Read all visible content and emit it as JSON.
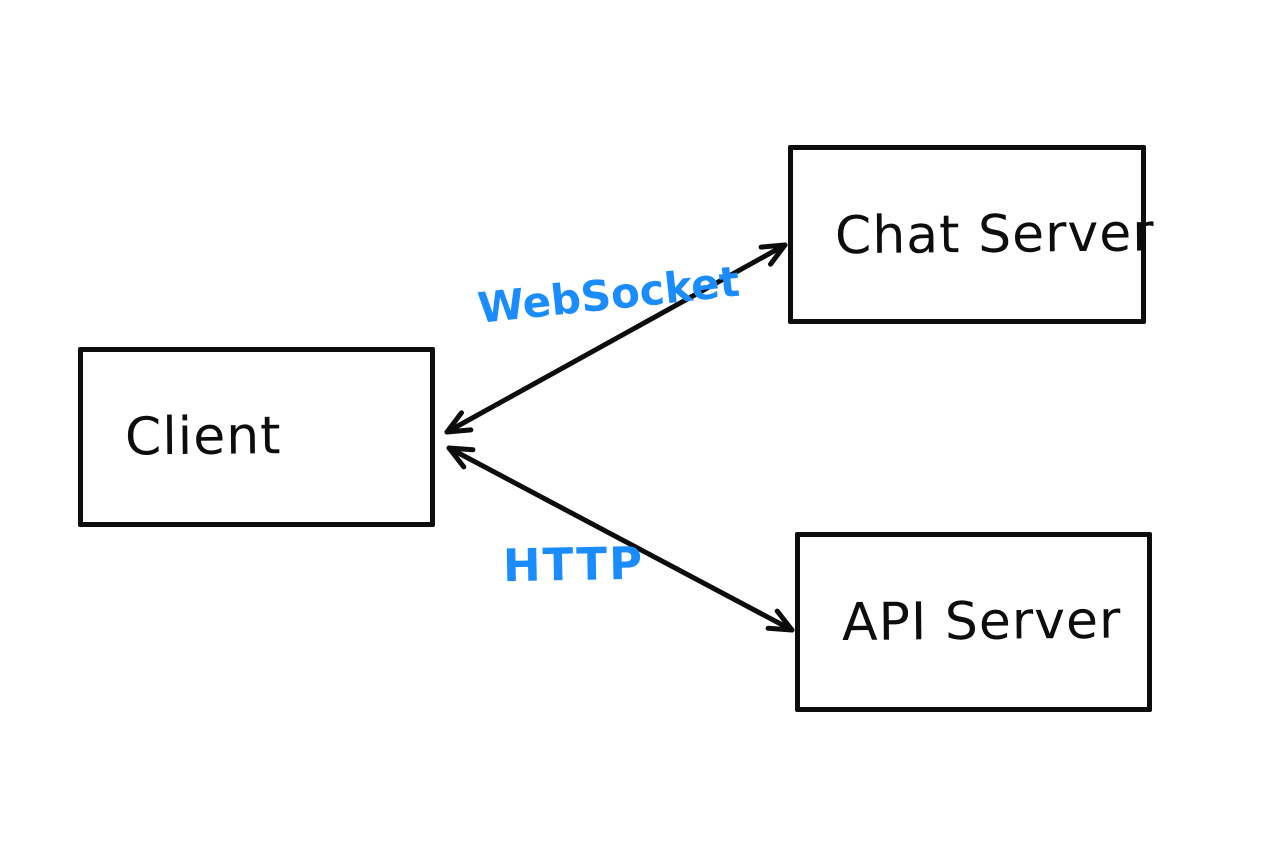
{
  "diagram": {
    "background_color": "#ffffff",
    "stroke_color": "#0d0d0d",
    "accent_color": "#1a8cff",
    "style": "hand-drawn whiteboard sketch",
    "nodes": [
      {
        "id": "client",
        "label": "Client"
      },
      {
        "id": "chat-server",
        "label": "Chat Server"
      },
      {
        "id": "api-server",
        "label": "API Server"
      }
    ],
    "edges": [
      {
        "id": "websocket",
        "from": "Client",
        "to": "Chat Server",
        "label": "WebSocket",
        "direction": "bidirectional",
        "label_color": "#1a8cff"
      },
      {
        "id": "http",
        "from": "Client",
        "to": "API Server",
        "label": "HTTP",
        "direction": "bidirectional",
        "label_color": "#1a8cff"
      }
    ]
  }
}
